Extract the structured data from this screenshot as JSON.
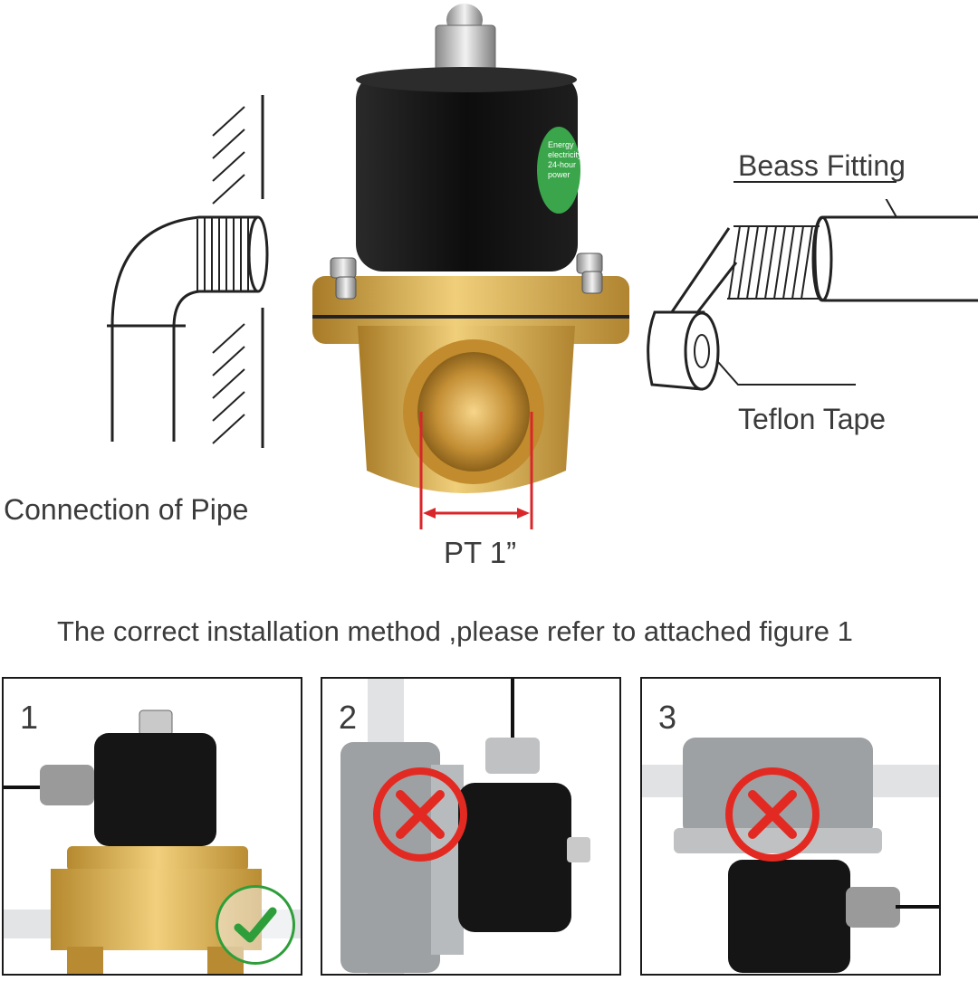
{
  "diagram": {
    "left_label": "Connection of Pipe",
    "fitting_label": "Beass Fitting",
    "tape_label": "Teflon Tape",
    "dimension_label": "PT 1”",
    "valve_sticker_lines": [
      "Energy",
      "electricity",
      "24-hour",
      "power"
    ]
  },
  "instruction": "The correct installation method ,please refer to attached figure 1",
  "panels": [
    {
      "number": "1",
      "status": "correct",
      "mark_icon": "check-icon"
    },
    {
      "number": "2",
      "status": "incorrect",
      "mark_icon": "cross-icon"
    },
    {
      "number": "3",
      "status": "incorrect",
      "mark_icon": "cross-icon"
    }
  ],
  "colors": {
    "brass": "#c9a24a",
    "coil_black": "#141414",
    "dimension_red": "#d9262a",
    "cross_red": "#e22a22",
    "check_green": "#2e9e3a",
    "sticker_green": "#3aa54a",
    "steel": "#9ea1a3"
  }
}
